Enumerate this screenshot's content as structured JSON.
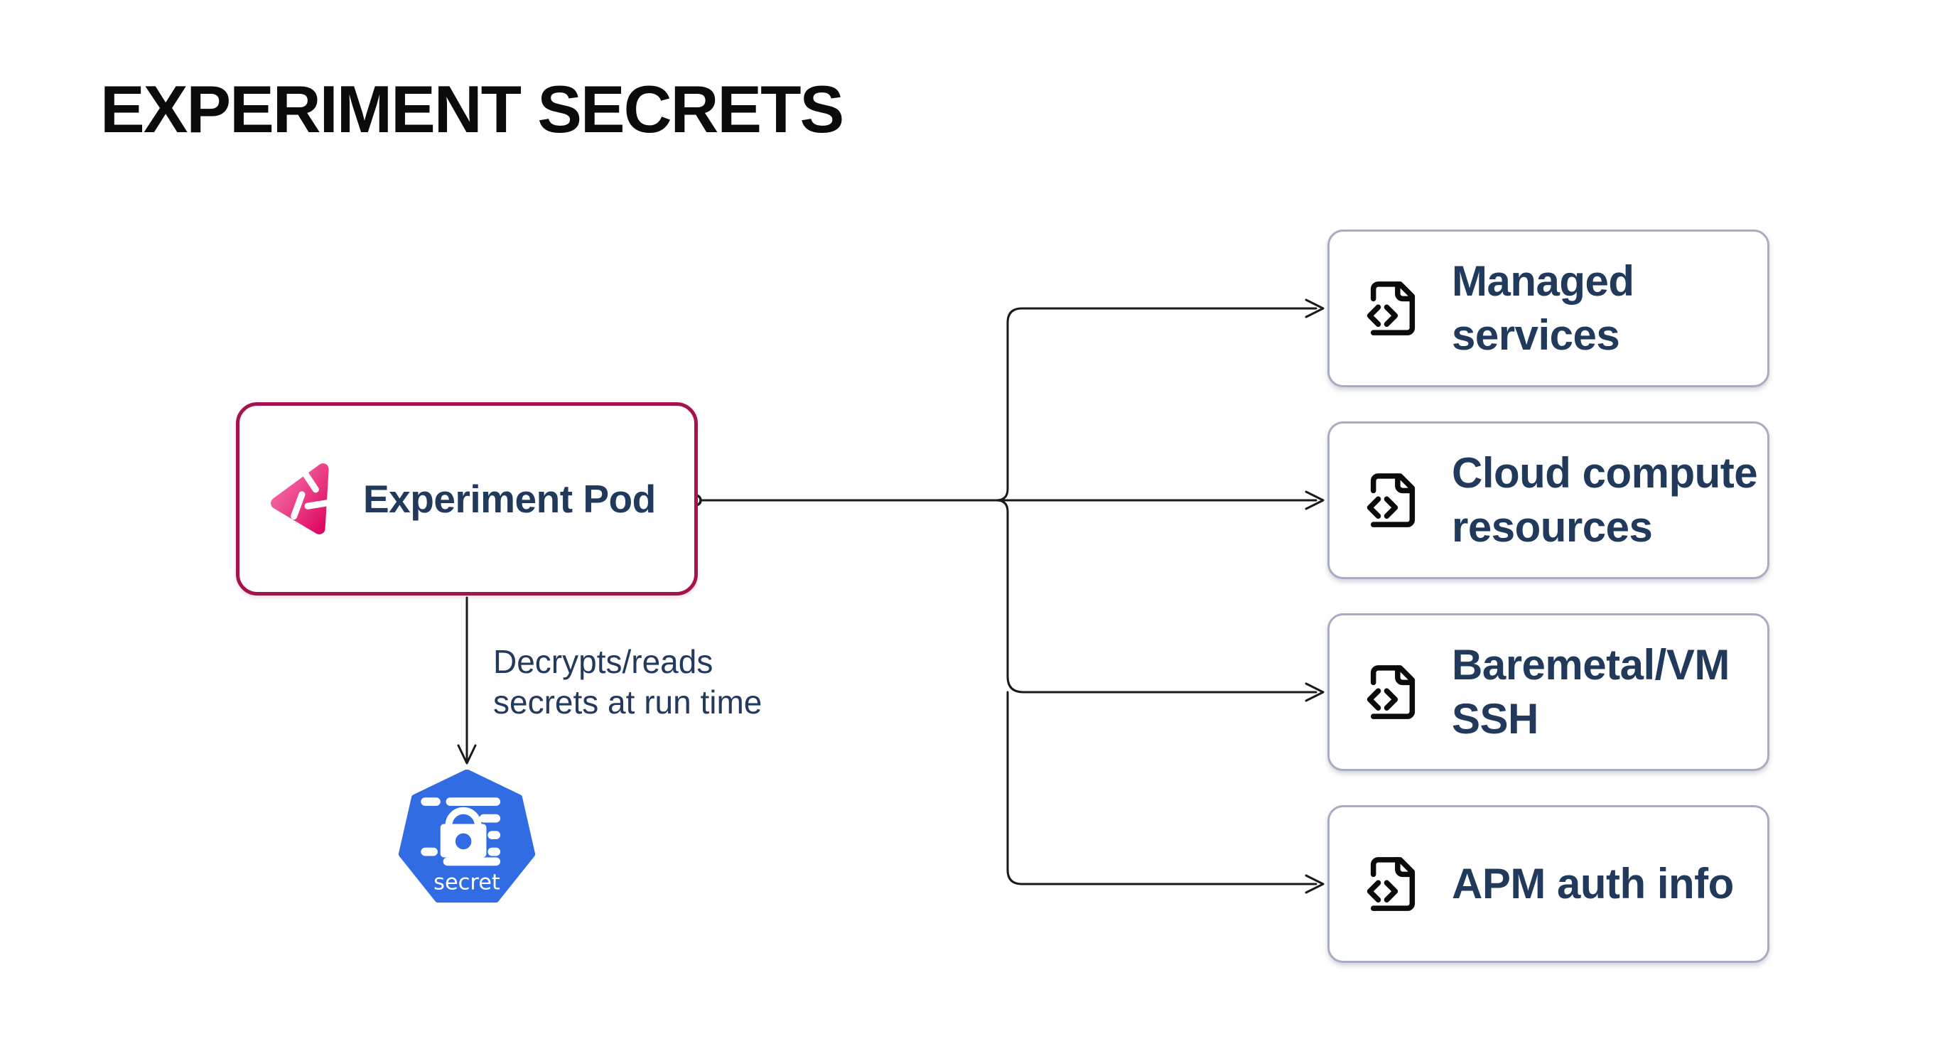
{
  "title": "EXPERIMENT SECRETS",
  "pod": {
    "label": "Experiment Pod",
    "icon": "litmus-logo-icon"
  },
  "annotation": {
    "line1": "Decrypts/reads",
    "line2": "secrets at run time"
  },
  "secret_node": {
    "label": "secret",
    "icon": "kubernetes-secret-icon"
  },
  "targets": [
    {
      "label": "Managed services",
      "icon": "file-code-icon"
    },
    {
      "label": "Cloud compute resources",
      "icon": "file-code-icon"
    },
    {
      "label": "Baremetal/VM SSH",
      "icon": "file-code-icon"
    },
    {
      "label": "APM auth info",
      "icon": "file-code-icon"
    }
  ],
  "colors": {
    "pod_border": "#A5124E",
    "label_navy": "#21395B",
    "kubernetes_blue": "#326CE5",
    "target_border": "#A9ACC0",
    "connector_line": "#1A1A1A",
    "logo_gradient_start": "#F878AC",
    "logo_gradient_end": "#DE0962",
    "title_color": "#0B0B0C"
  }
}
